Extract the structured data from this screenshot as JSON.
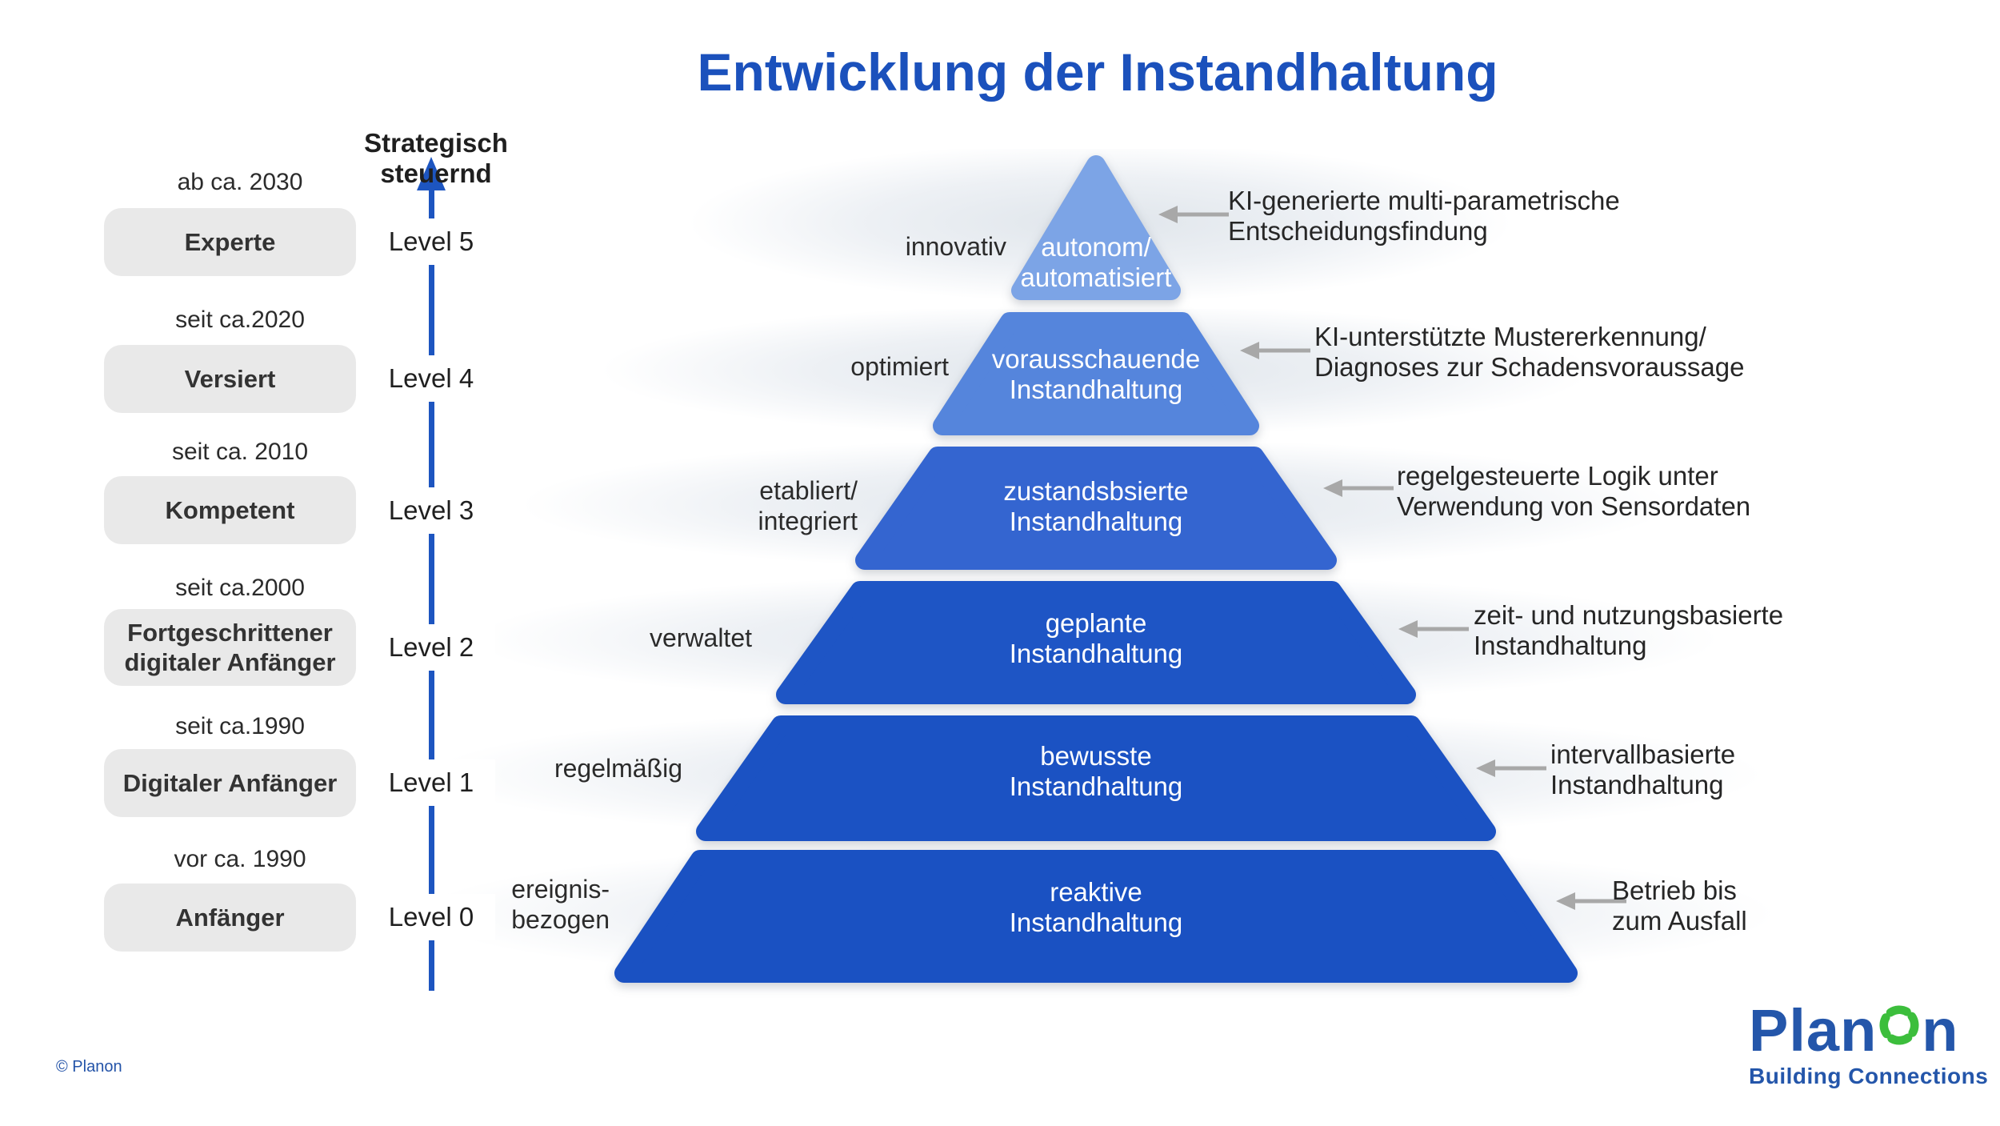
{
  "title": "Entwicklung der Instandhaltung",
  "timeline": {
    "axis_label": "Strategisch steuernd"
  },
  "levels": [
    {
      "level": "Level 5",
      "date": "ab ca. 2030",
      "expertise": "Experte",
      "adjective": "innovativ",
      "pyramid_label": "autonom/\nautomatisiert",
      "annotation": "KI-generierte multi-parametrische\nEntscheidungsfindung"
    },
    {
      "level": "Level 4",
      "date": "seit ca.2020",
      "expertise": "Versiert",
      "adjective": "optimiert",
      "pyramid_label": "vorausschauende\nInstandhaltung",
      "annotation": "KI-unterstützte Mustererkennung/\nDiagnoses zur Schadensvoraussage"
    },
    {
      "level": "Level 3",
      "date": "seit ca. 2010",
      "expertise": "Kompetent",
      "adjective": "etabliert/\nintegriert",
      "pyramid_label": "zustandsbsierte\nInstandhaltung",
      "annotation": "regelgesteuerte Logik unter\nVerwendung von Sensordaten"
    },
    {
      "level": "Level 2",
      "date": "seit ca.2000",
      "expertise": "Fortgeschrittener\ndigitaler Anfänger",
      "adjective": "verwaltet",
      "pyramid_label": "geplante\nInstandhaltung",
      "annotation": "zeit- und nutzungsbasierte\nInstandhaltung"
    },
    {
      "level": "Level 1",
      "date": "seit ca.1990",
      "expertise": "Digitaler Anfänger",
      "adjective": "regelmäßig",
      "pyramid_label": "bewusste\nInstandhaltung",
      "annotation": "intervallbasierte\nInstandhaltung"
    },
    {
      "level": "Level 0",
      "date": "vor ca. 1990",
      "expertise": "Anfänger",
      "adjective": "ereignis-\nbezogen",
      "pyramid_label": "reaktive\nInstandhaltung",
      "annotation": "Betrieb bis\nzum Ausfall"
    }
  ],
  "colors": {
    "title_blue": "#1b51bc",
    "timeline_blue": "#1d55c0",
    "level_fills": [
      "#7ca4e6",
      "#5585dc",
      "#3465d0",
      "#1e55c5",
      "#1b52c3",
      "#1a51c2"
    ],
    "expertise_box_gray": "#e9e9e9",
    "band_gray": "#e7ebef",
    "annotation_arrow_gray": "#a8a8a8",
    "text_dark": "#262626",
    "logo_blue": "#2456aa",
    "logo_green": "#3cbe3c"
  },
  "footer": {
    "copyright": "© Planon",
    "logo_text_pre": "Plan",
    "logo_text_post": "n",
    "logo_tagline": "Building Connections"
  }
}
